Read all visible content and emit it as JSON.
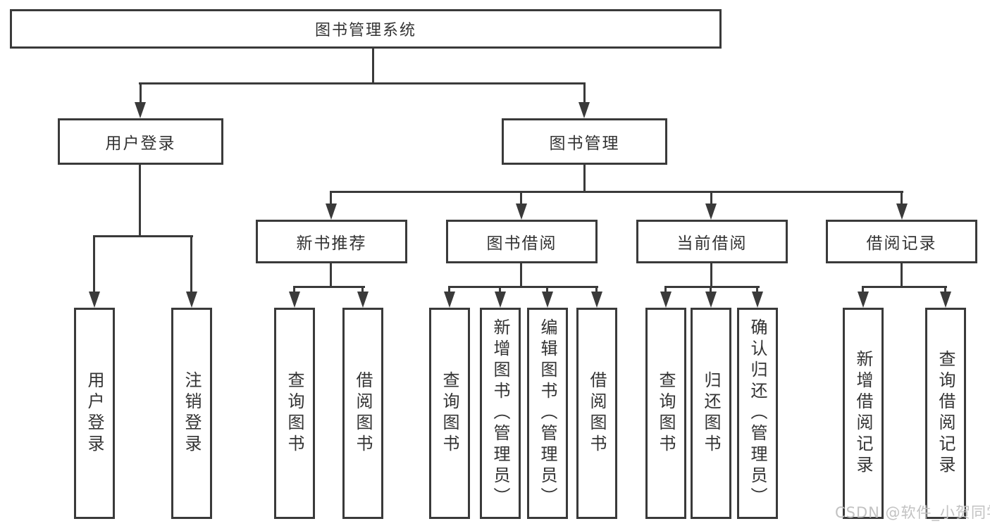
{
  "diagram_title": "图书管理系统",
  "nodes": {
    "root": "图书管理系统",
    "l2": [
      "用户登录",
      "图书管理"
    ],
    "l3": [
      "新书推荐",
      "图书借阅",
      "当前借阅",
      "借阅记录"
    ],
    "leaves_user": [
      "用户登录",
      "注销登录"
    ],
    "leaves_rec": [
      "查询图书",
      "借阅图书"
    ],
    "leaves_borrow": [
      "查询图书",
      "新增图书（管理员）",
      "编辑图书（管理员）",
      "借阅图书"
    ],
    "leaves_current": [
      "查询图书",
      "归还图书",
      "确认归还（管理员）"
    ],
    "leaves_records": [
      "新增借阅记录",
      "查询借阅记录"
    ]
  },
  "hierarchy_note": {
    "用户登录": [
      "用户登录",
      "注销登录"
    ],
    "图书管理": [
      "新书推荐",
      "图书借阅",
      "当前借阅",
      "借阅记录"
    ],
    "新书推荐": [
      "查询图书",
      "借阅图书"
    ],
    "图书借阅": [
      "查询图书",
      "新增图书（管理员）",
      "编辑图书（管理员）",
      "借阅图书"
    ],
    "当前借阅": [
      "查询图书",
      "归还图书",
      "确认归还（管理员）"
    ],
    "借阅记录": [
      "新增借阅记录",
      "查询借阅记录"
    ]
  },
  "watermark": "CSDN @软件_小贺同学",
  "colors": {
    "line": "#3a3a3a",
    "text": "#333333",
    "background": "#ffffff",
    "watermark": "#c2c2c2"
  }
}
